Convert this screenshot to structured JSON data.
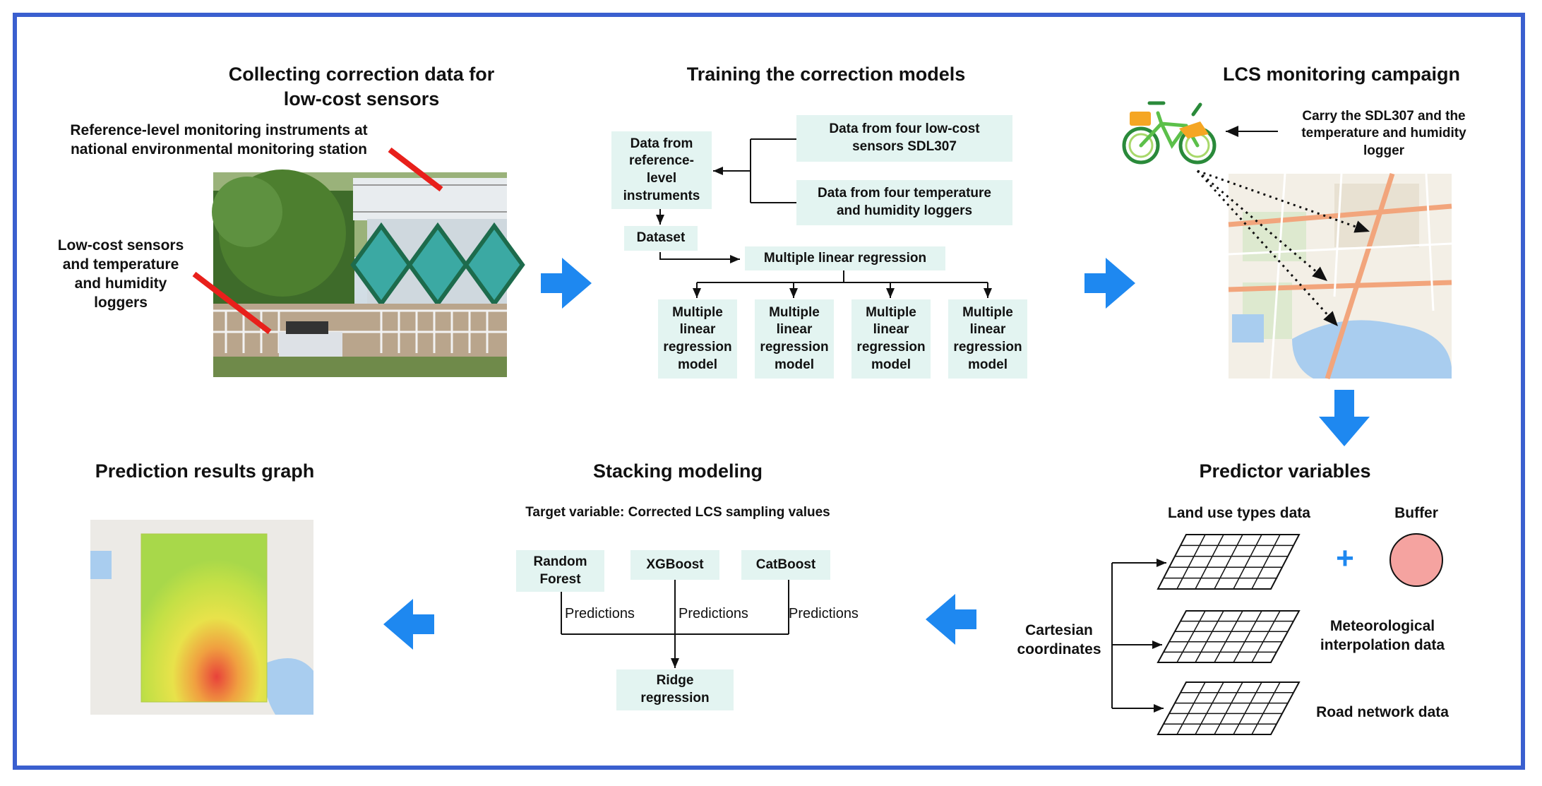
{
  "panels": {
    "collect": {
      "title_line1": "Collecting correction data for",
      "title_line2": "low-cost sensors",
      "ref_line1": "Reference-level monitoring instruments at",
      "ref_line2": "national environmental monitoring station",
      "lcs_line1": "Low-cost sensors",
      "lcs_line2": "and temperature",
      "lcs_line3": "and humidity",
      "lcs_line4": "loggers"
    },
    "train": {
      "title": "Training the correction models",
      "ref_box_line1": "Data from",
      "ref_box_line2": "reference-",
      "ref_box_line3": "level",
      "ref_box_line4": "instruments",
      "sdl_box_line1": "Data from four low-cost",
      "sdl_box_line2": "sensors SDL307",
      "th_box_line1": "Data from four temperature",
      "th_box_line2": "and humidity loggers",
      "dataset": "Dataset",
      "mlr": "Multiple linear regression",
      "model_line1": "Multiple",
      "model_line2": "linear",
      "model_line3": "regression",
      "model_line4": "model"
    },
    "campaign": {
      "title": "LCS monitoring campaign",
      "carry_line1": "Carry the SDL307 and the",
      "carry_line2": "temperature and humidity",
      "carry_line3": "logger"
    },
    "predictors": {
      "title": "Predictor variables",
      "land_use": "Land use types data",
      "buffer": "Buffer",
      "plus": "+",
      "cartesian_line1": "Cartesian",
      "cartesian_line2": "coordinates",
      "meteo_line1": "Meteorological",
      "meteo_line2": "interpolation data",
      "road": "Road network data"
    },
    "stacking": {
      "title": "Stacking modeling",
      "target": "Target variable: Corrected LCS sampling values",
      "rf_line1": "Random",
      "rf_line2": "Forest",
      "xgb": "XGBoost",
      "cat": "CatBoost",
      "predictions": "Predictions",
      "ridge_line1": "Ridge",
      "ridge_line2": "regression"
    },
    "results": {
      "title": "Prediction results graph"
    }
  },
  "colors": {
    "frame": "#3a5fcf",
    "arrow_blue": "#1e88f0",
    "box_fill": "#e3f4f1",
    "red_pointer": "#e8201b",
    "buffer_fill": "#f5a3a0"
  },
  "icons": [
    "bicycle-icon",
    "station-photo",
    "city-map",
    "prediction-heatmap",
    "grid-icon"
  ]
}
